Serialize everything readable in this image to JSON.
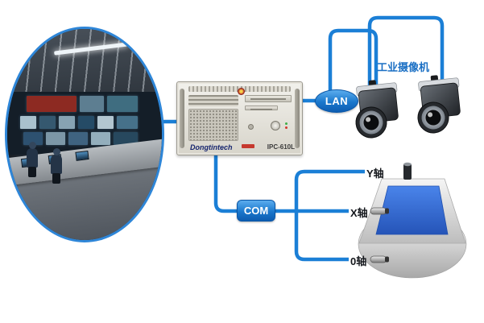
{
  "labels": {
    "lan": "LAN",
    "com": "COM",
    "camera_group": "工业摄像机",
    "axis_y": "Y轴",
    "axis_x": "X轴",
    "axis_zero": "0轴"
  },
  "pc": {
    "brand": "Dongtintech",
    "model": "IPC-610L"
  },
  "colors": {
    "connection_line": "#1b7fd6",
    "node_top": "#58aaee",
    "node_bottom": "#0e60b4",
    "camera_label": "#1a6fc4",
    "stage_top_surface": "#2f63cc"
  }
}
